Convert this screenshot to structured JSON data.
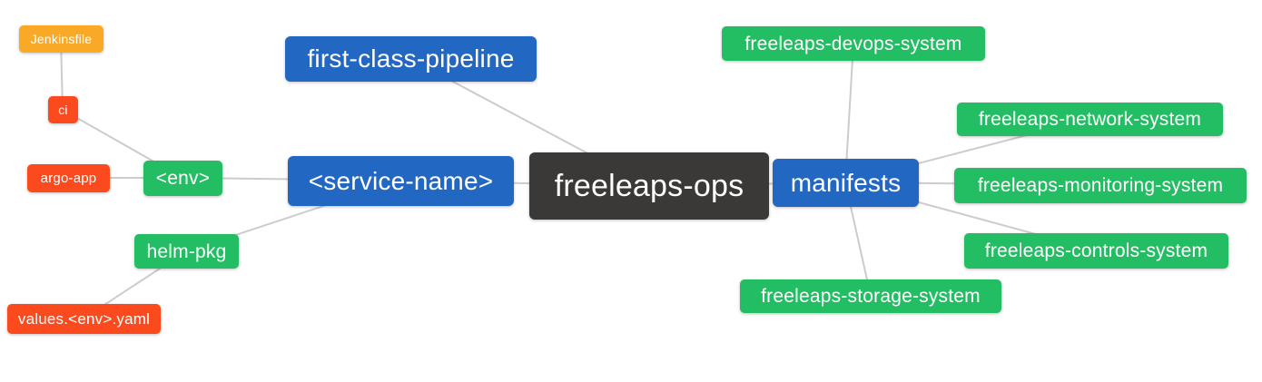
{
  "diagram": {
    "type": "mindmap",
    "root": "freeleaps-ops",
    "colors": {
      "root": "#3B3838",
      "branch": "#2267C1",
      "leaf_green": "#23BE64",
      "leaf_orange": "#F9A926",
      "leaf_red": "#FB4A1E",
      "edge": "#CCCCCC",
      "text": "#FFFFFF",
      "background": "#FFFFFF"
    },
    "nodes": [
      {
        "id": "jenkinsfile",
        "label": "Jenkinsfile",
        "color": "leaf_orange"
      },
      {
        "id": "ci",
        "label": "ci",
        "color": "leaf_red"
      },
      {
        "id": "argo-app",
        "label": "argo-app",
        "color": "leaf_red"
      },
      {
        "id": "env",
        "label": "<env>",
        "color": "leaf_green"
      },
      {
        "id": "helm-pkg",
        "label": "helm-pkg",
        "color": "leaf_green"
      },
      {
        "id": "values-env-yaml",
        "label": "values.<env>.yaml",
        "color": "leaf_red"
      },
      {
        "id": "first-class-pipeline",
        "label": "first-class-pipeline",
        "color": "branch"
      },
      {
        "id": "service-name",
        "label": "<service-name>",
        "color": "branch"
      },
      {
        "id": "freeleaps-ops",
        "label": "freeleaps-ops",
        "color": "root"
      },
      {
        "id": "manifests",
        "label": "manifests",
        "color": "branch"
      },
      {
        "id": "freeleaps-devops-system",
        "label": "freeleaps-devops-system",
        "color": "leaf_green"
      },
      {
        "id": "freeleaps-network-system",
        "label": "freeleaps-network-system",
        "color": "leaf_green"
      },
      {
        "id": "freeleaps-monitoring-system",
        "label": "freeleaps-monitoring-system",
        "color": "leaf_green"
      },
      {
        "id": "freeleaps-controls-system",
        "label": "freeleaps-controls-system",
        "color": "leaf_green"
      },
      {
        "id": "freeleaps-storage-system",
        "label": "freeleaps-storage-system",
        "color": "leaf_green"
      }
    ],
    "edges": [
      [
        "jenkinsfile",
        "ci"
      ],
      [
        "ci",
        "env"
      ],
      [
        "argo-app",
        "env"
      ],
      [
        "env",
        "service-name"
      ],
      [
        "helm-pkg",
        "service-name"
      ],
      [
        "values-env-yaml",
        "helm-pkg"
      ],
      [
        "first-class-pipeline",
        "freeleaps-ops"
      ],
      [
        "service-name",
        "freeleaps-ops"
      ],
      [
        "freeleaps-ops",
        "manifests"
      ],
      [
        "manifests",
        "freeleaps-devops-system"
      ],
      [
        "manifests",
        "freeleaps-network-system"
      ],
      [
        "manifests",
        "freeleaps-monitoring-system"
      ],
      [
        "manifests",
        "freeleaps-controls-system"
      ],
      [
        "manifests",
        "freeleaps-storage-system"
      ]
    ]
  }
}
